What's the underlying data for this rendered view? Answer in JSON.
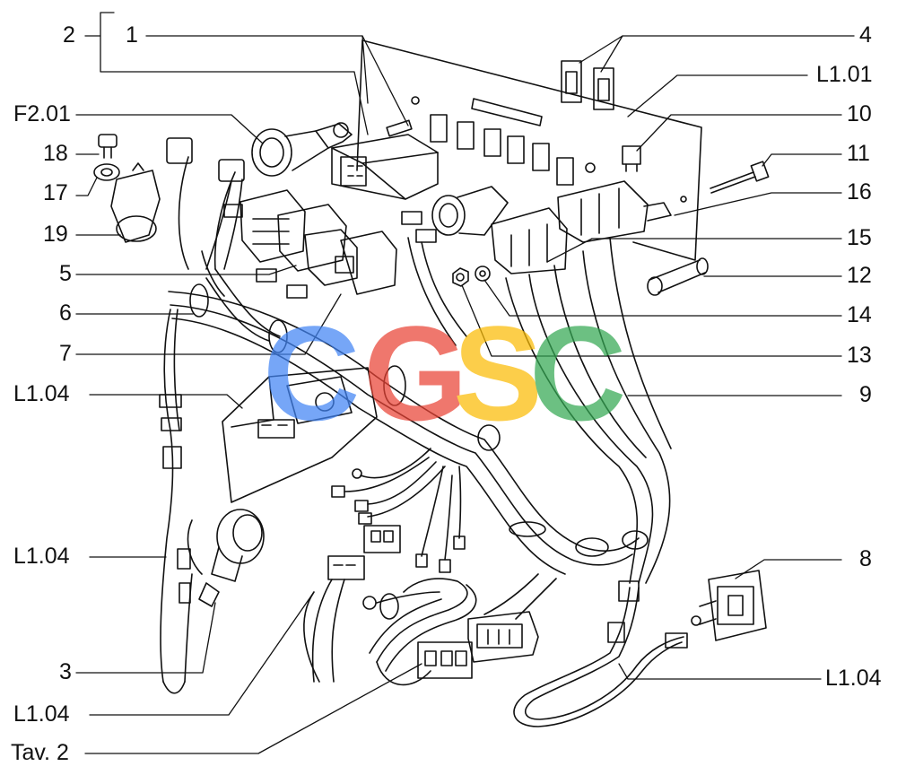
{
  "diagram": {
    "callouts": [
      {
        "id": "c1",
        "text": "1"
      },
      {
        "id": "c2",
        "text": "2"
      },
      {
        "id": "c4",
        "text": "4"
      },
      {
        "id": "cL101",
        "text": "L1.01"
      },
      {
        "id": "cF201",
        "text": "F2.01"
      },
      {
        "id": "c10",
        "text": "10"
      },
      {
        "id": "c18",
        "text": "18"
      },
      {
        "id": "c11",
        "text": "11"
      },
      {
        "id": "c17",
        "text": "17"
      },
      {
        "id": "c16",
        "text": "16"
      },
      {
        "id": "c19",
        "text": "19"
      },
      {
        "id": "c15",
        "text": "15"
      },
      {
        "id": "c5",
        "text": "5"
      },
      {
        "id": "c12",
        "text": "12"
      },
      {
        "id": "c6",
        "text": "6"
      },
      {
        "id": "c14",
        "text": "14"
      },
      {
        "id": "c7",
        "text": "7"
      },
      {
        "id": "c13",
        "text": "13"
      },
      {
        "id": "cL104a",
        "text": "L1.04"
      },
      {
        "id": "c9",
        "text": "9"
      },
      {
        "id": "cL104b",
        "text": "L1.04"
      },
      {
        "id": "c8",
        "text": "8"
      },
      {
        "id": "c3",
        "text": "3"
      },
      {
        "id": "cL104c",
        "text": "L1.04"
      },
      {
        "id": "cL104d",
        "text": "L1.04"
      },
      {
        "id": "cTav2",
        "text": "Tav. 2"
      }
    ]
  },
  "watermark": {
    "letters": [
      {
        "char": "C",
        "color": "#4285F4"
      },
      {
        "char": "G",
        "color": "#EA4335"
      },
      {
        "char": "S",
        "color": "#FBBC05"
      },
      {
        "char": "C",
        "color": "#34A853"
      }
    ]
  },
  "colors": {
    "ink": "#111111",
    "paper": "#ffffff"
  }
}
